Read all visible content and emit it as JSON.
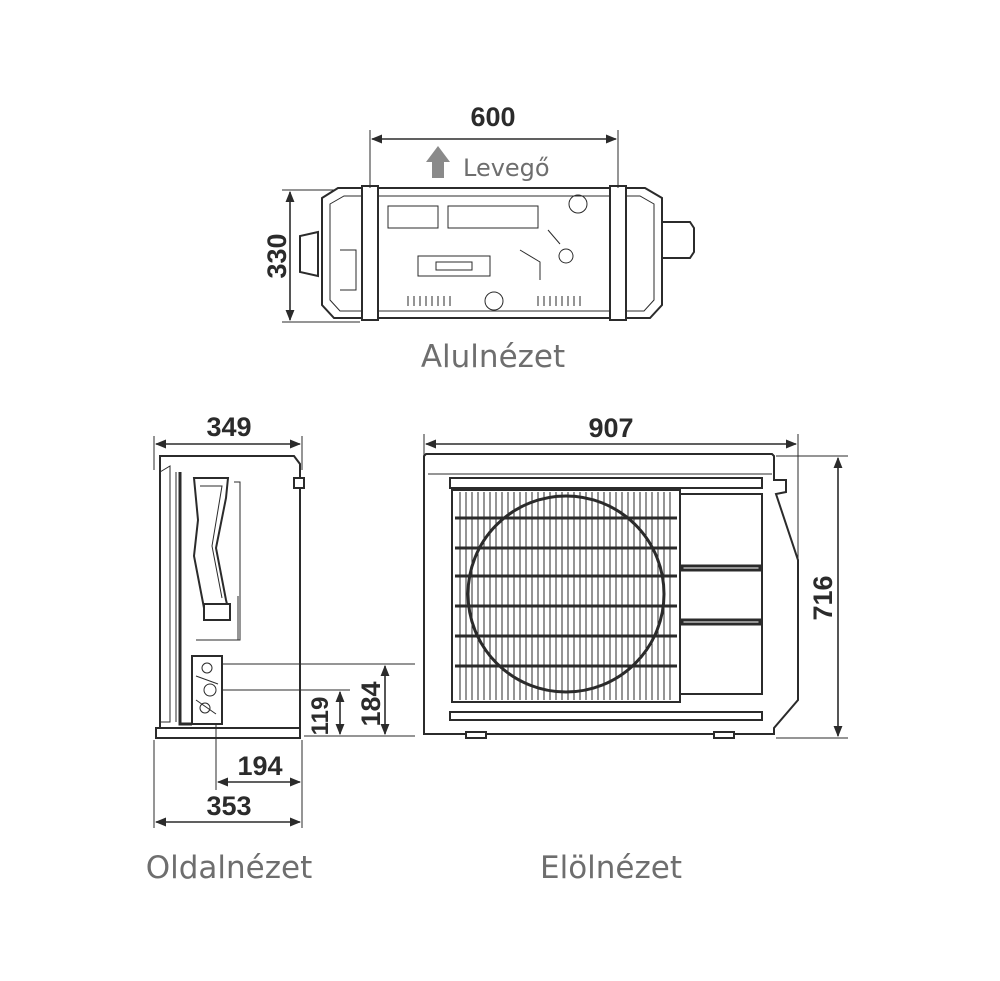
{
  "views": {
    "bottom": {
      "caption": "Alulnézet",
      "airflow_label": "Levegő",
      "airflow_icon": "arrow-up-icon",
      "width": "600",
      "depth": "330"
    },
    "side": {
      "caption": "Oldalnézet",
      "top_width": "349",
      "bottom_width": "353",
      "port_offset": "194",
      "port_height_low": "119",
      "port_height_high": "184"
    },
    "front": {
      "caption": "Elölnézet",
      "width": "907",
      "height": "716"
    }
  },
  "colors": {
    "line": "#2b2b2b",
    "caption": "#6e6e6e",
    "background": "#ffffff"
  }
}
